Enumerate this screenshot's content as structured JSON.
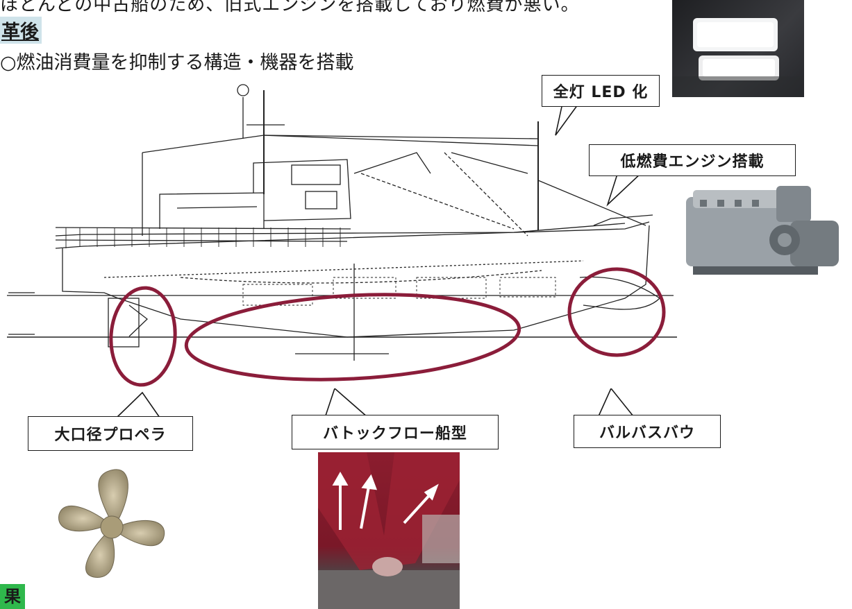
{
  "header": {
    "top_line": "ほとんどの中古船のため、旧式エンジンを搭載しており燃費が悪い。",
    "section_title": "革後",
    "subtitle": "○燃油消費量を抑制する構造・機器を搭載"
  },
  "callouts": {
    "led": "全灯 LED 化",
    "engine": "低燃費エンジン搭載",
    "propeller": "大口径プロペラ",
    "hull": "バトックフロー船型",
    "bow": "バルバスバウ"
  },
  "footer": {
    "label": "果"
  },
  "colors": {
    "highlight_ring": "#8b1d3a",
    "heading_bg": "#cfe3ea",
    "footer_bg": "#2fb84c"
  },
  "photos": [
    {
      "name": "led-light-photo"
    },
    {
      "name": "engine-photo"
    },
    {
      "name": "propeller-photo"
    },
    {
      "name": "hull-stern-photo"
    }
  ]
}
